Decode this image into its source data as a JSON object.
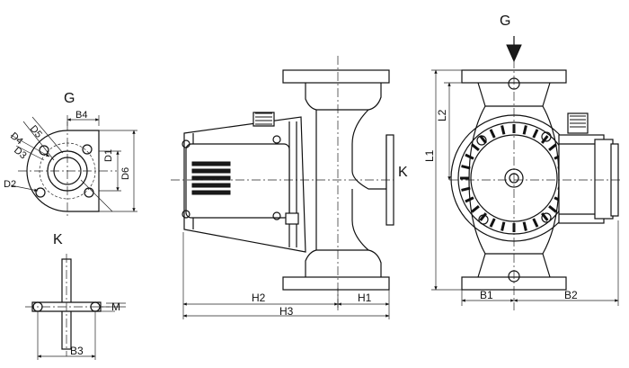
{
  "labels": {
    "flange_top_g": "G",
    "flange_top_k": "K",
    "side_k": "K",
    "front_g": "G",
    "b4": "B4",
    "d1": "D1",
    "d2": "D2",
    "d3": "D3",
    "d4": "D4",
    "d5": "D5",
    "d6": "D6",
    "m": "M",
    "b3": "B3",
    "h1": "H1",
    "h2": "H2",
    "h3": "H3",
    "l1": "L1",
    "l2": "L2",
    "b1": "B1",
    "b2": "B2"
  }
}
